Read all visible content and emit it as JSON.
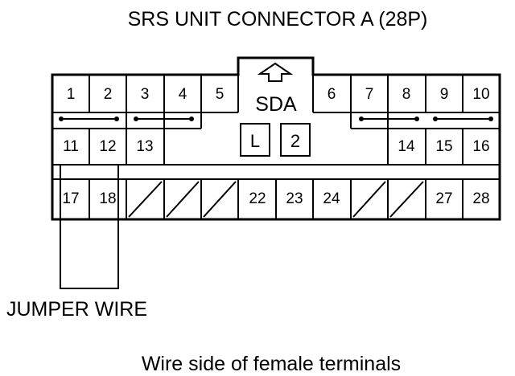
{
  "title": "SRS UNIT CONNECTOR A (28P)",
  "caption": "Wire side of female terminals",
  "jumper_label": "JUMPER WIRE",
  "sda_label": "SDA",
  "sda_boxes": [
    "L",
    "2"
  ],
  "row1": [
    "1",
    "2",
    "3",
    "4",
    "5",
    "6",
    "7",
    "8",
    "9",
    "10"
  ],
  "row2_left": [
    "11",
    "12",
    "13"
  ],
  "row2_right": [
    "14",
    "15",
    "16"
  ],
  "row3": [
    "17",
    "18",
    "",
    "",
    "",
    "22",
    "23",
    "24",
    "",
    "",
    "27",
    "28"
  ],
  "shorting_bars": [
    [
      "1",
      "2"
    ],
    [
      "3",
      "4"
    ],
    [
      "7",
      "8"
    ],
    [
      "9",
      "10"
    ]
  ],
  "jumper_between": [
    "17",
    "18"
  ]
}
